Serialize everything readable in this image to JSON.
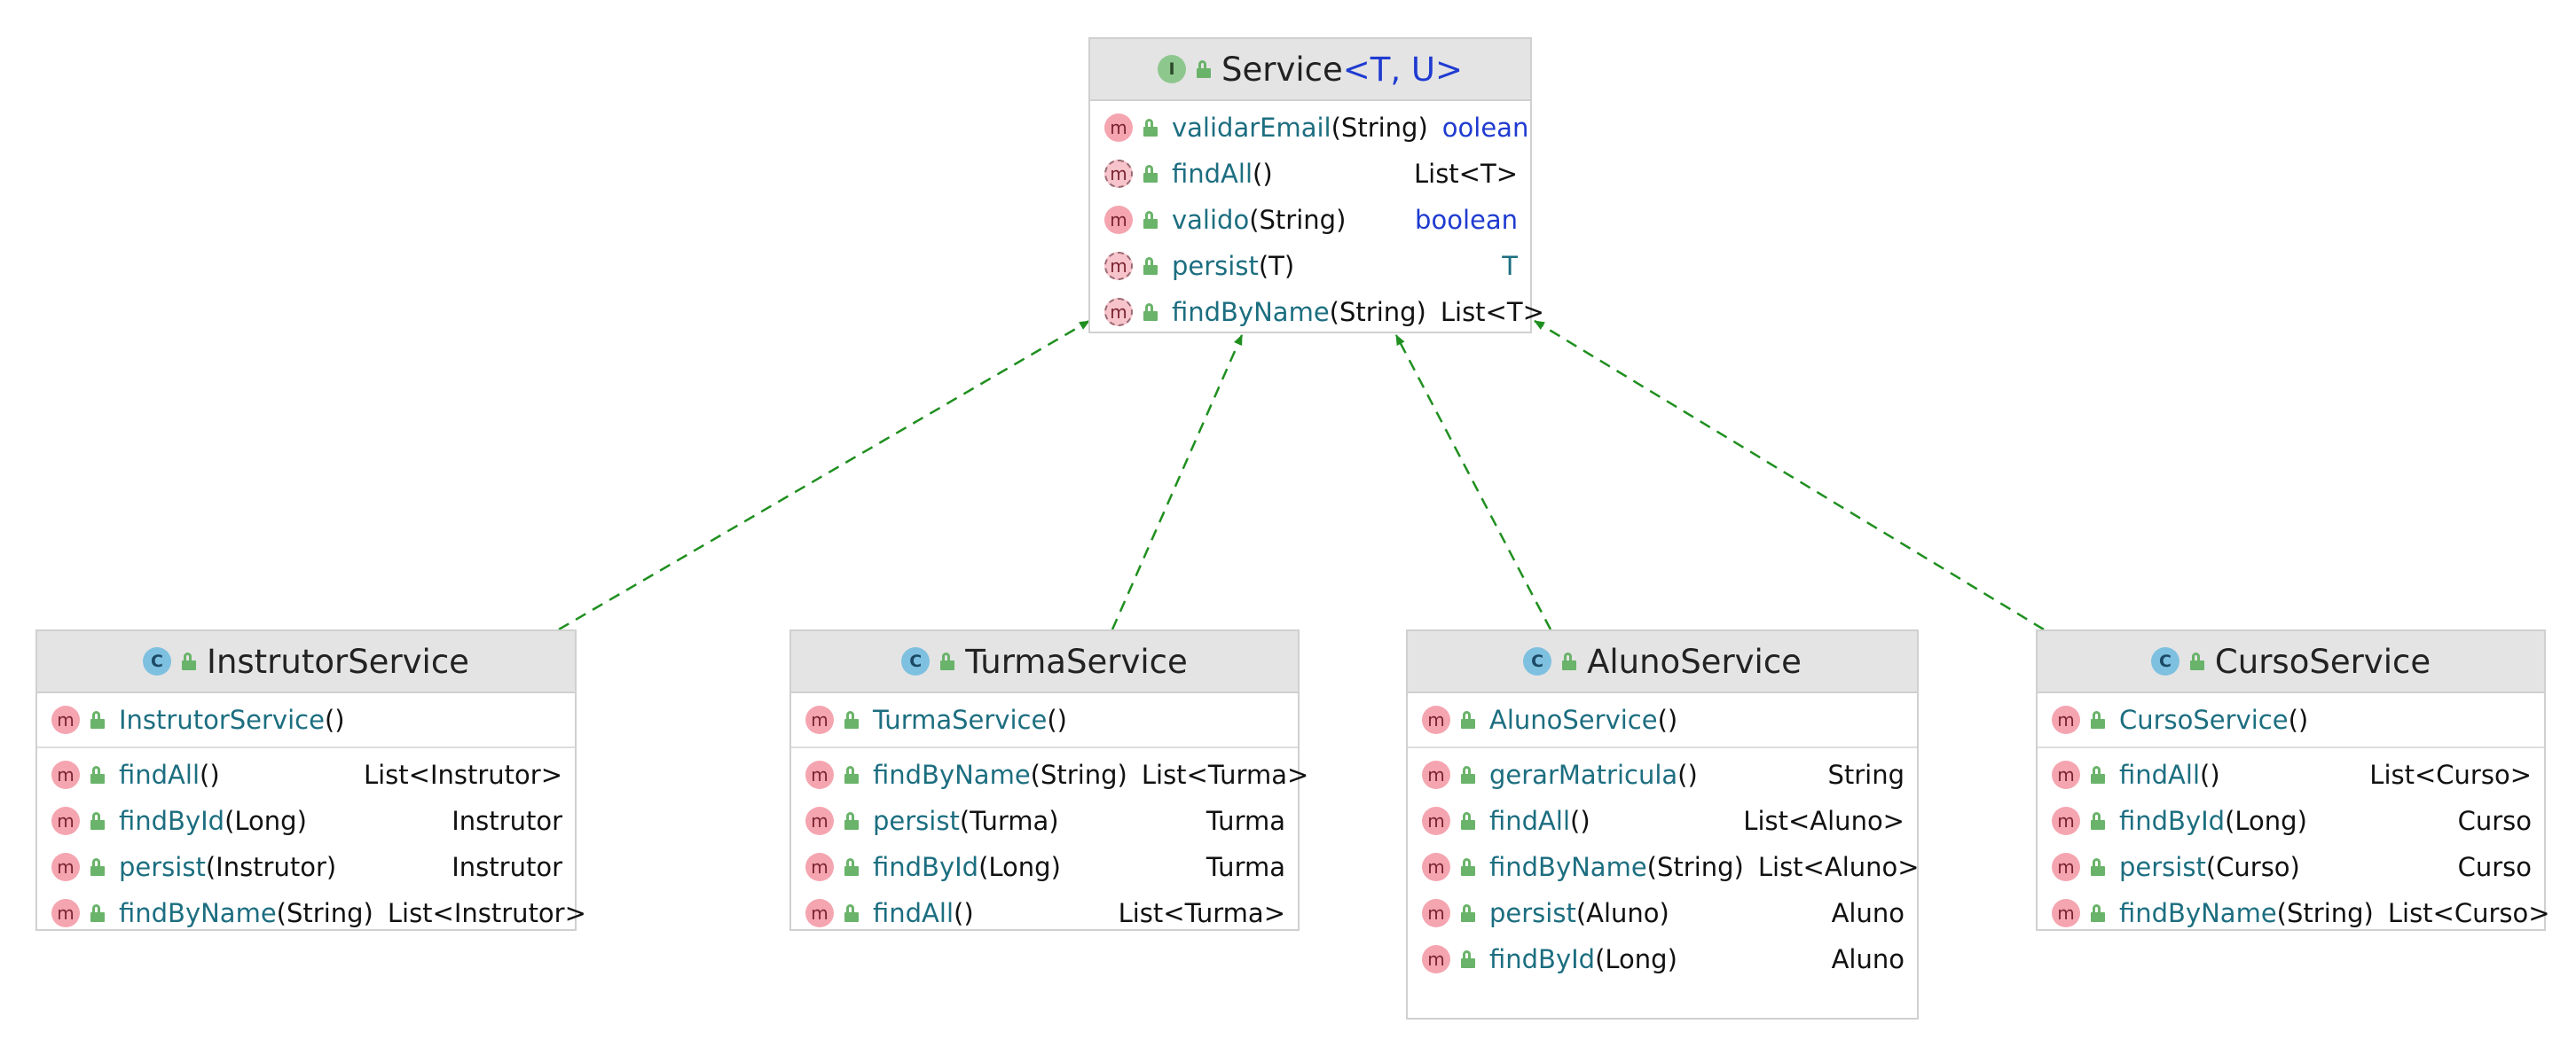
{
  "colors": {
    "implements_arrow": "#1f8f1f",
    "interface_icon": "#8dc78d",
    "class_icon": "#7ec0e0",
    "method_icon": "#f5a5b0",
    "method_name": "#1c6e80",
    "keyword": "#1f3bd0"
  },
  "icons": {
    "interface": "interface-icon",
    "class": "class-icon",
    "method": "method-icon",
    "public": "lock-open-icon"
  },
  "service": {
    "kind_letter": "I",
    "name": "Service",
    "generics": "<T, U>",
    "methods": [
      {
        "name": "validarEmail",
        "params": "(String)",
        "ret": "oolean",
        "abstract": false
      },
      {
        "name": "findAll",
        "params": "()",
        "ret": "List<T>",
        "abstract": true
      },
      {
        "name": "valido",
        "params": "(String)",
        "ret": "boolean",
        "abstract": false
      },
      {
        "name": "persist",
        "params": "(T)",
        "ret": "T",
        "abstract": true
      },
      {
        "name": "findByName",
        "params": "(String)",
        "ret": "List<T>",
        "abstract": true
      }
    ]
  },
  "instrutor": {
    "kind_letter": "C",
    "name": "InstrutorService",
    "ctor": {
      "name": "InstrutorService",
      "params": "()"
    },
    "methods": [
      {
        "name": "findAll",
        "params": "()",
        "ret": "List<Instrutor>"
      },
      {
        "name": "findById",
        "params": "(Long)",
        "ret": "Instrutor"
      },
      {
        "name": "persist",
        "params": "(Instrutor)",
        "ret": "Instrutor"
      },
      {
        "name": "findByName",
        "params": "(String)",
        "ret": "List<Instrutor>"
      }
    ]
  },
  "turma": {
    "kind_letter": "C",
    "name": "TurmaService",
    "ctor": {
      "name": "TurmaService",
      "params": "()"
    },
    "methods": [
      {
        "name": "findByName",
        "params": "(String)",
        "ret": "List<Turma>"
      },
      {
        "name": "persist",
        "params": "(Turma)",
        "ret": "Turma"
      },
      {
        "name": "findById",
        "params": "(Long)",
        "ret": "Turma"
      },
      {
        "name": "findAll",
        "params": "()",
        "ret": "List<Turma>"
      }
    ]
  },
  "aluno": {
    "kind_letter": "C",
    "name": "AlunoService",
    "ctor": {
      "name": "AlunoService",
      "params": "()"
    },
    "methods": [
      {
        "name": "gerarMatricula",
        "params": "()",
        "ret": "String"
      },
      {
        "name": "findAll",
        "params": "()",
        "ret": "List<Aluno>"
      },
      {
        "name": "findByName",
        "params": "(String)",
        "ret": "List<Aluno>"
      },
      {
        "name": "persist",
        "params": "(Aluno)",
        "ret": "Aluno"
      },
      {
        "name": "findById",
        "params": "(Long)",
        "ret": "Aluno"
      }
    ]
  },
  "curso": {
    "kind_letter": "C",
    "name": "CursoService",
    "ctor": {
      "name": "CursoService",
      "params": "()"
    },
    "methods": [
      {
        "name": "findAll",
        "params": "()",
        "ret": "List<Curso>"
      },
      {
        "name": "findById",
        "params": "(Long)",
        "ret": "Curso"
      },
      {
        "name": "persist",
        "params": "(Curso)",
        "ret": "Curso"
      },
      {
        "name": "findByName",
        "params": "(String)",
        "ret": "List<Curso>"
      }
    ]
  },
  "edges": [
    {
      "from": "InstrutorService",
      "to": "Service",
      "type": "implements"
    },
    {
      "from": "TurmaService",
      "to": "Service",
      "type": "implements"
    },
    {
      "from": "AlunoService",
      "to": "Service",
      "type": "implements"
    },
    {
      "from": "CursoService",
      "to": "Service",
      "type": "implements"
    }
  ]
}
